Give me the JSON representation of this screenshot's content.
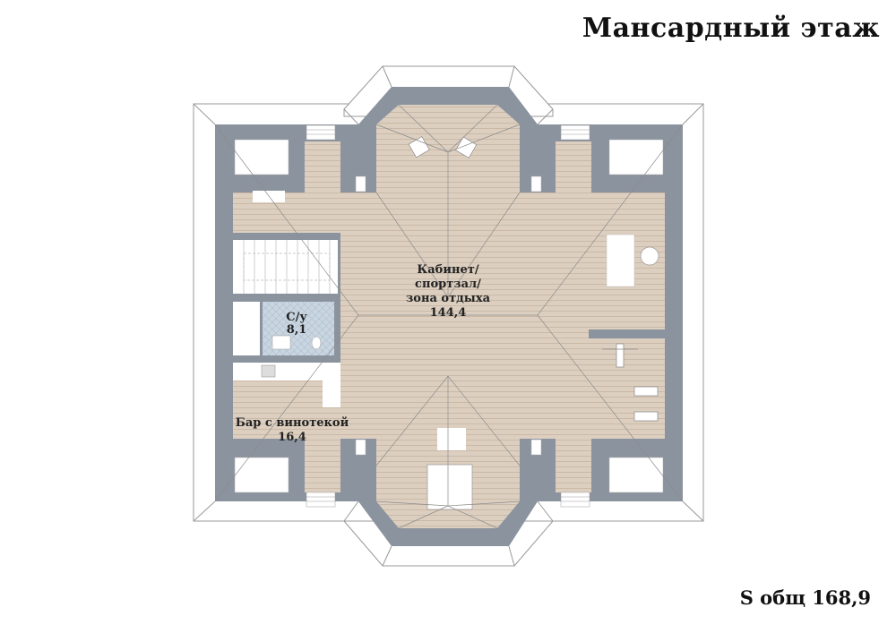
{
  "title": "Мансардный этаж",
  "total_area": "S общ 168,9",
  "rooms": [
    {
      "name_lines": [
        "Кабинет/",
        "спортзал/",
        "зона отдыха"
      ],
      "area": "144,4"
    },
    {
      "name_lines": [
        "С/у"
      ],
      "area": "8,1"
    },
    {
      "name_lines": [
        "Бар с винотекой"
      ],
      "area": "16,4"
    }
  ],
  "colors": {
    "wall": "#8b939e",
    "floor": "#d9ccbc",
    "floor_line": "#c9b8a6",
    "tile": "#c9d6e2"
  }
}
